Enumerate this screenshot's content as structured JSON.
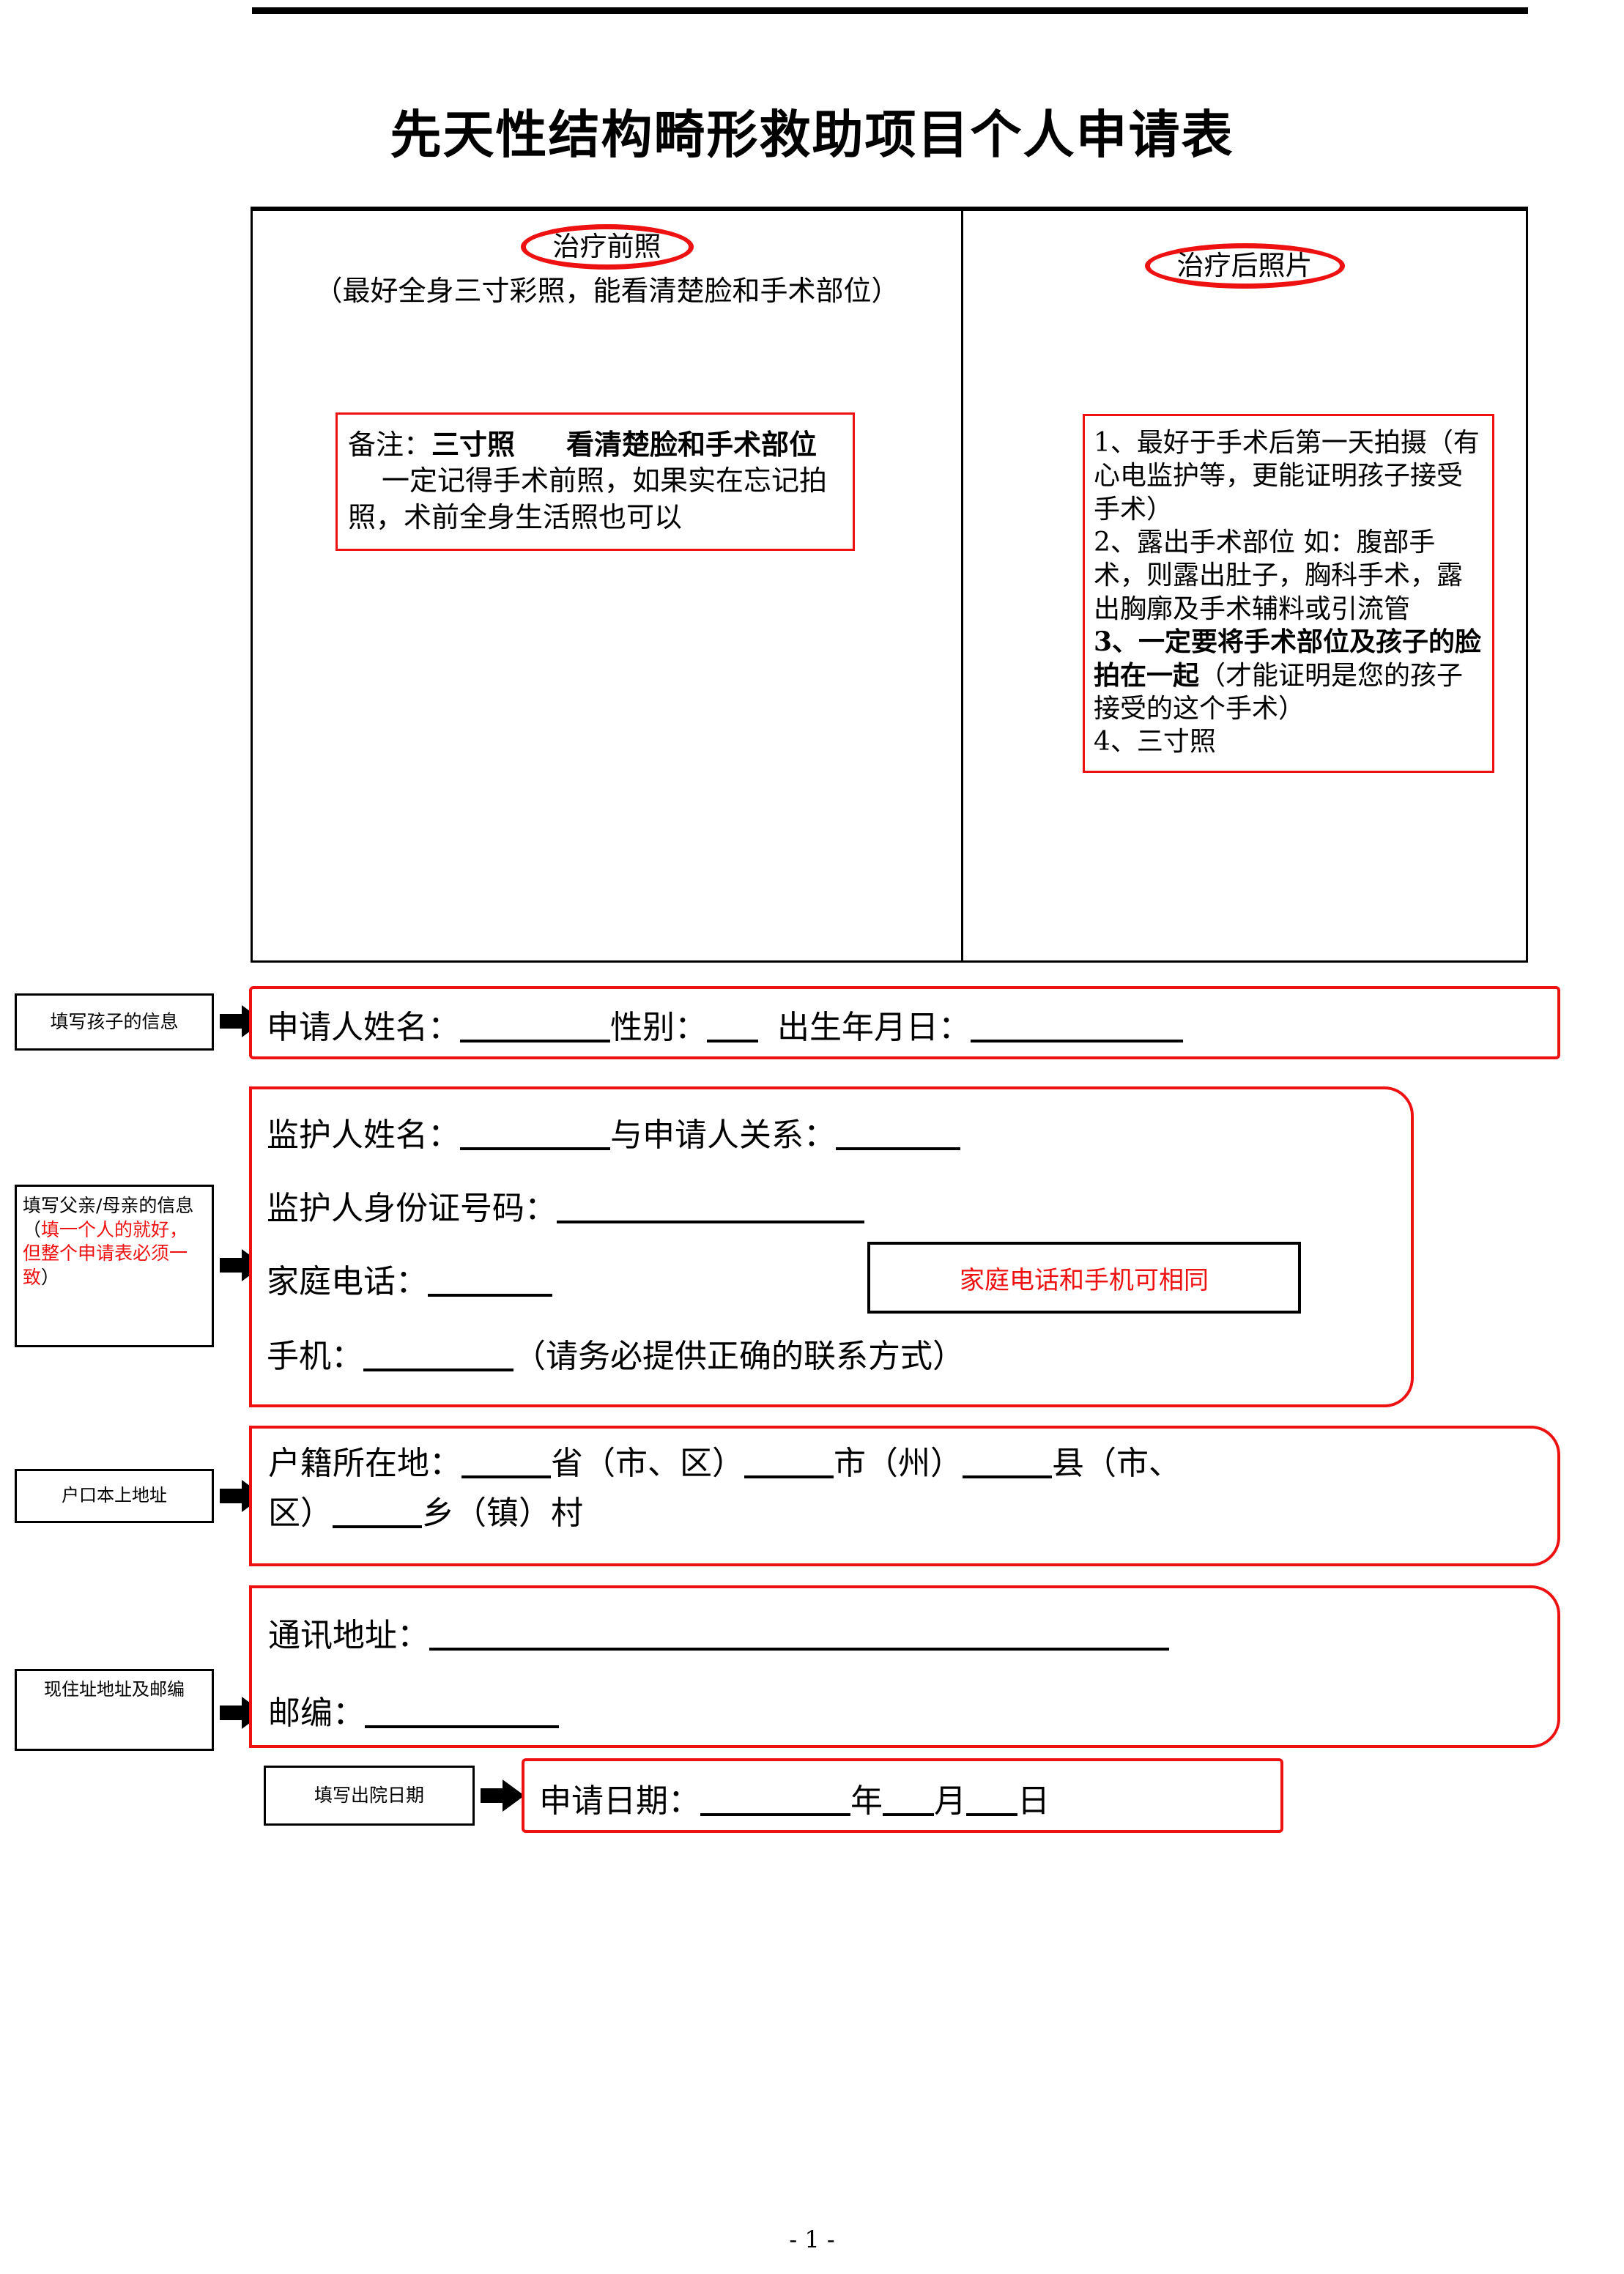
{
  "document": {
    "title": "先天性结构畸形救助项目个人申请表",
    "page_footer": "- 1 -"
  },
  "colors": {
    "annotation_red": "#ee1111",
    "text_black": "#000000"
  },
  "photo_section": {
    "left": {
      "circled_heading": "治疗前照",
      "subheading": "（最好全身三寸彩照，能看清楚脸和手术部位）",
      "note": {
        "prefix": "备注：",
        "bold_1": "三寸照",
        "bold_2": "看清楚脸和手术部位",
        "rest": "一定记得手术前照，如果实在忘记拍照，术前全身生活照也可以"
      }
    },
    "right": {
      "circled_heading": "治疗后照片",
      "note_items": [
        "1、最好于手术后第一天拍摄（有心电监护等，更能证明孩子接受手术）",
        "2、露出手术部位 如：腹部手术，则露出肚子，胸科手术，露出胸廓及手术辅料或引流管",
        "3、一定要将手术部位及孩子的脸拍在一起（才能证明是您的孩子接受的这个手术）",
        "4、三寸照"
      ],
      "item3_bold_part": "3、一定要将手术部位及孩子的脸拍在一起",
      "item3_rest": "（才能证明是您的孩子接受的这个手术）"
    }
  },
  "callouts": {
    "child_info": "填写孩子的信息",
    "parent_info_black_1": "填写父亲/母亲的信息（",
    "parent_info_red": "填一个人的就好，但整个申请表必须一致",
    "parent_info_black_2": "）",
    "hukou_address": "户口本上地址",
    "current_address": "现住址地址及邮编",
    "discharge_date": "填写出院日期"
  },
  "form": {
    "applicant": {
      "name_label": "申请人姓名：",
      "gender_label": "性别：",
      "birth_label": "出生年月日："
    },
    "guardian": {
      "name_label": "监护人姓名：",
      "relation_label": "与申请人关系：",
      "id_label": "监护人身份证号码：",
      "home_phone_label": "家庭电话：",
      "mobile_label": "手机：",
      "mobile_hint": "（请务必提供正确的联系方式）",
      "phone_note": "家庭电话和手机可相同"
    },
    "registered_address": {
      "label": "户籍所在地：",
      "province_unit": "省（市、区）",
      "city_unit": "市（州）",
      "county_unit": "县（市、",
      "district_unit": "区）",
      "township_unit": "乡（镇）村"
    },
    "mailing_address": {
      "address_label": "通讯地址：",
      "zip_label": "邮编："
    },
    "application_date": {
      "label": "申请日期：",
      "year_unit": "年",
      "month_unit": "月",
      "day_unit": "日"
    }
  }
}
